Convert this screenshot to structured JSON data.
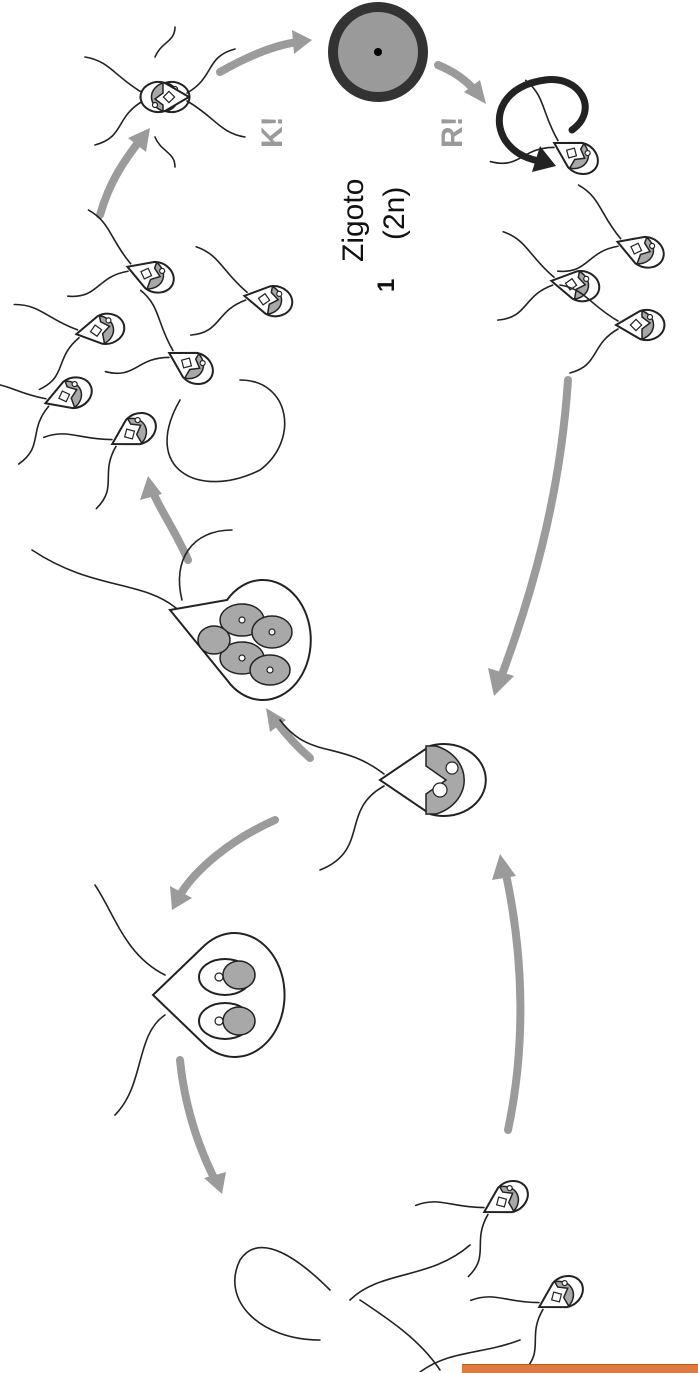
{
  "labels": {
    "zygote_name": "Zigoto",
    "zygote_ploidy": "(2n)",
    "stage_k": "K!",
    "stage_r": "R!",
    "stray_mark": "1"
  },
  "colors": {
    "arrow": "#9b9b9b",
    "chloroplast": "#a8a8a8",
    "outline": "#222222",
    "footer_accent": "#e07a3c"
  },
  "icons": [
    "zygote-icon",
    "fusing-gametes-icon",
    "gamete-cell-icon",
    "mature-cell-icon",
    "dividing-cell-icon",
    "mitospore-cell-icon"
  ]
}
